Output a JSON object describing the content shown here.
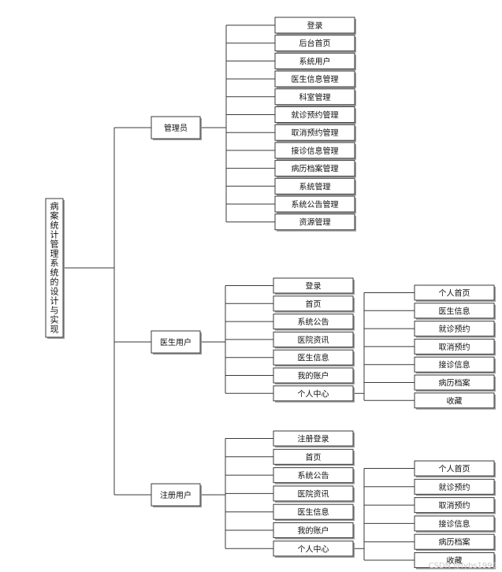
{
  "root": {
    "label": "病案统计管理系统的设计与实现"
  },
  "roles": [
    {
      "label": "管理员",
      "items": [
        "登录",
        "后台首页",
        "系统用户",
        "医生信息管理",
        "科室管理",
        "就诊预约管理",
        "取消预约管理",
        "接诊信息管理",
        "病历档案管理",
        "系统管理",
        "系统公告管理",
        "资源管理"
      ]
    },
    {
      "label": "医生用户",
      "items": [
        "登录",
        "首页",
        "系统公告",
        "医院资讯",
        "医生信息",
        "我的账户",
        "个人中心"
      ],
      "center_items": [
        "个人首页",
        "医生信息",
        "就诊预约",
        "取消预约",
        "接诊信息",
        "病历档案",
        "收藏"
      ]
    },
    {
      "label": "注册用户",
      "items": [
        "注册登录",
        "首页",
        "系统公告",
        "医院资讯",
        "医生信息",
        "我的账户",
        "个人中心"
      ],
      "center_items": [
        "个人首页",
        "就诊预约",
        "取消预约",
        "接诊信息",
        "病历档案",
        "收藏"
      ]
    }
  ],
  "watermark": "CSDN @lybs1991"
}
